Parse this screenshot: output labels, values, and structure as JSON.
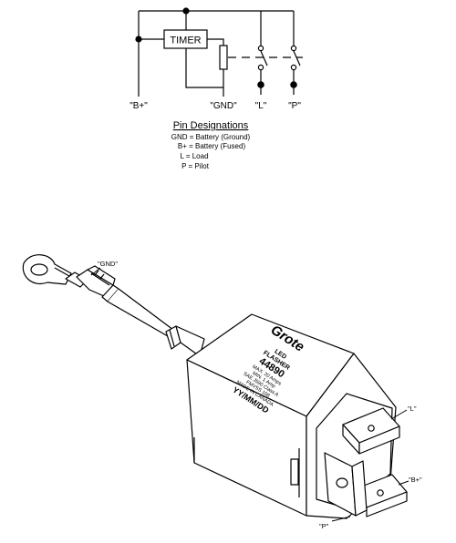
{
  "schematic": {
    "timer_label": "TIMER",
    "terminals": {
      "b_plus": "\"B+\"",
      "gnd": "\"GND\"",
      "load": "\"L\"",
      "pilot": "\"P\""
    }
  },
  "pin_designations": {
    "title": "Pin Designations",
    "lines": [
      "GND = Battery (Ground)",
      "B+ = Battery (Fused)",
      "L = Load",
      "P = Pilot"
    ]
  },
  "product": {
    "brand": "Grote",
    "label_lines": [
      "LED",
      "FLASHER",
      "44890",
      "MAX. 20 Amps",
      "MIN. 1 Amp",
      "SAE J590 Class A",
      "FMVSS 108",
      "MADE IN CANADA",
      "YY/MM/DD"
    ],
    "callouts": {
      "gnd": "\"GND\"",
      "load": "\"L\"",
      "b_plus": "\"B+\"",
      "pilot": "\"P\""
    }
  }
}
